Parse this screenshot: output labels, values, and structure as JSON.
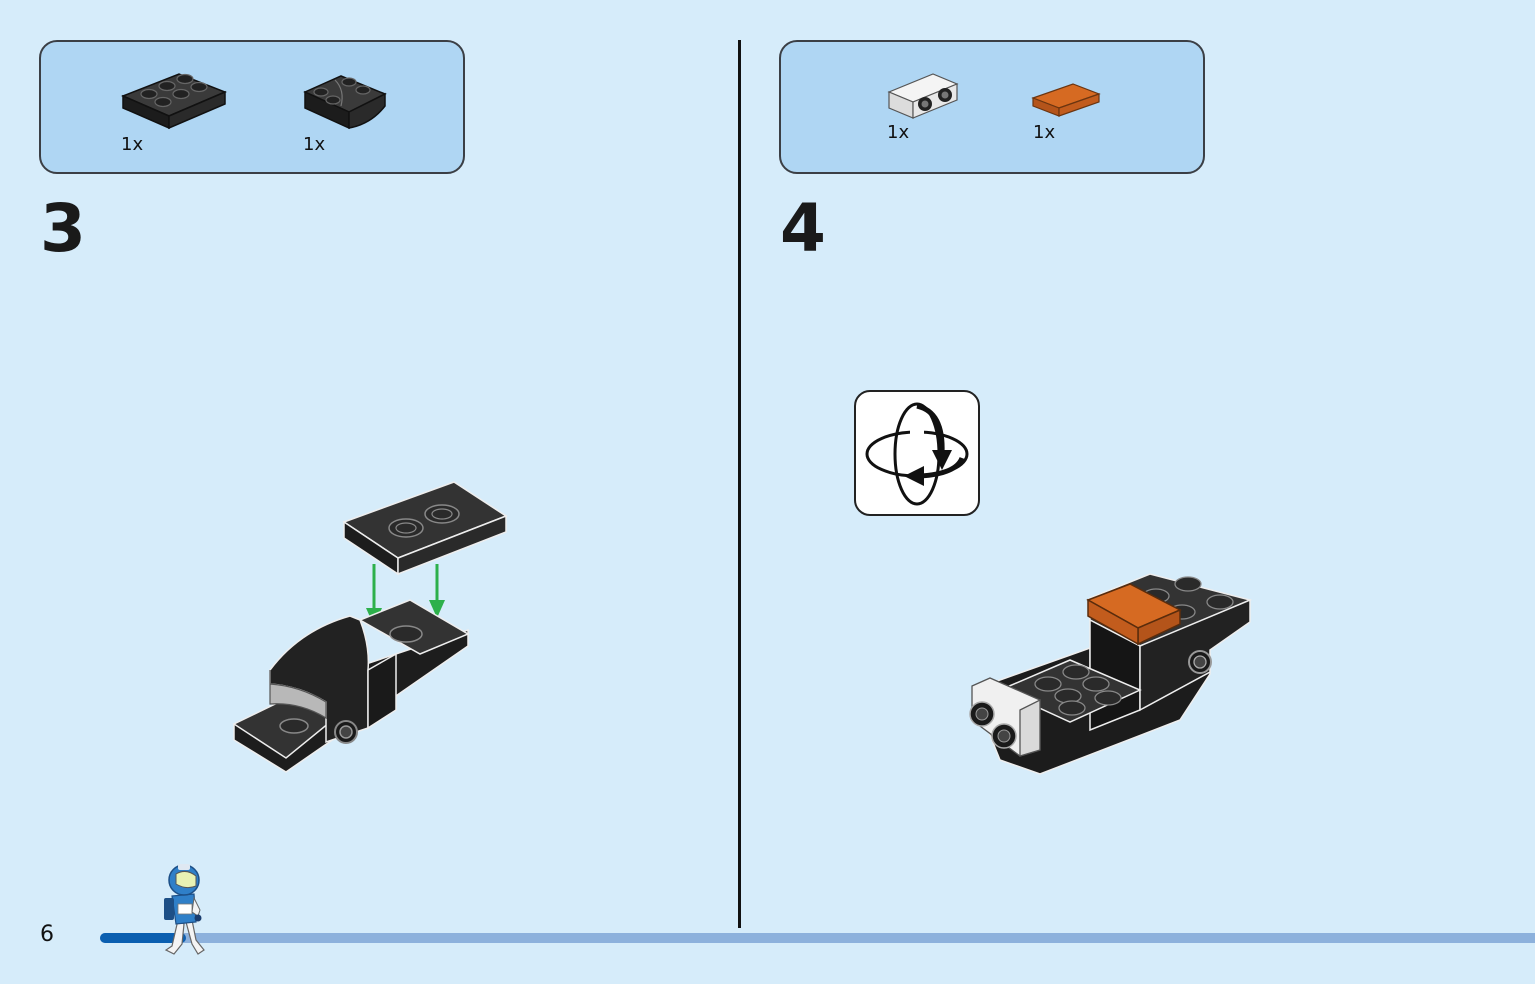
{
  "page": {
    "number": "6"
  },
  "progress": {
    "fraction": 0.06
  },
  "steps": [
    {
      "number": "3",
      "parts": [
        {
          "qty": "1x",
          "icon": "black-plate-2x3-icon"
        },
        {
          "qty": "1x",
          "icon": "black-curved-slope-icon"
        }
      ]
    },
    {
      "number": "4",
      "parts": [
        {
          "qty": "1x",
          "icon": "white-bracket-icon"
        },
        {
          "qty": "1x",
          "icon": "orange-tile-icon"
        }
      ]
    }
  ],
  "colors": {
    "page_bg": "#d6ecfa",
    "parts_box_bg": "#afd6f3",
    "arrow_green": "#2db04b",
    "brick_black": "#262626",
    "brick_orange": "#c9601c",
    "progress_fill": "#0b5fb0",
    "progress_track": "#8db1dc"
  },
  "icons": {
    "rotate": "rotate-model-icon",
    "minifig": "astronaut-minifigure-icon"
  }
}
